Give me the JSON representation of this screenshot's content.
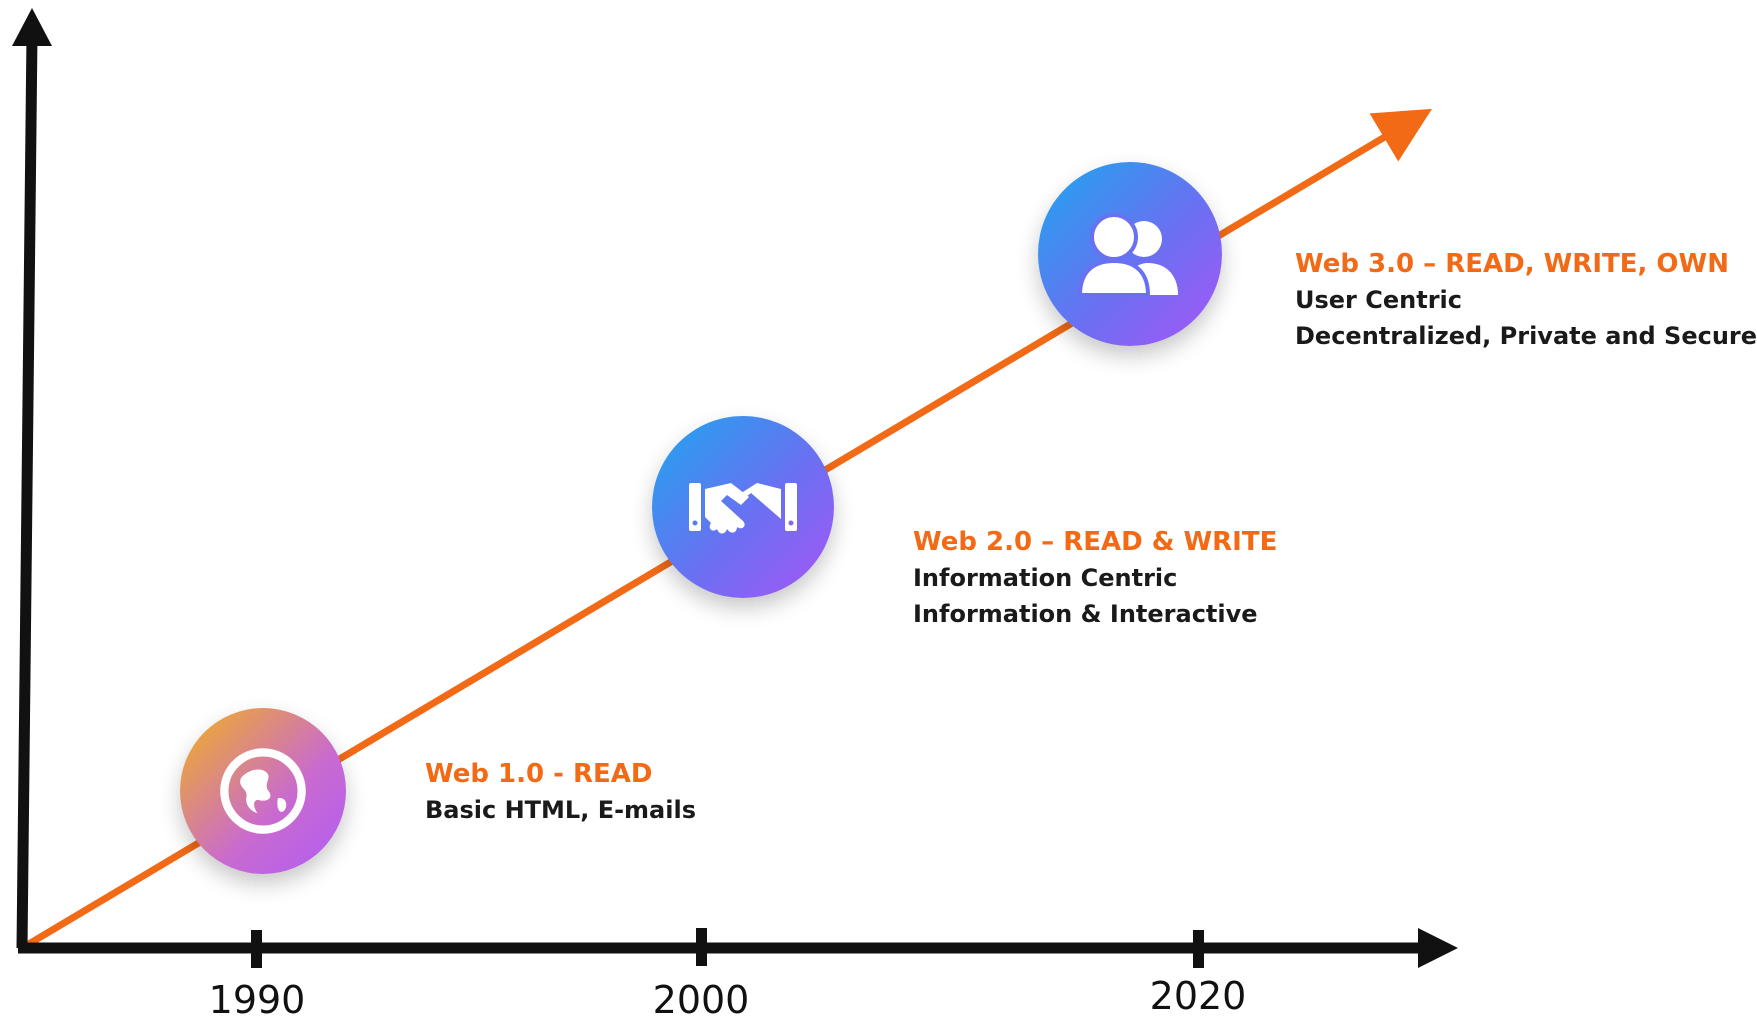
{
  "axis": {
    "x_ticks": [
      "1990",
      "2000",
      "2020"
    ]
  },
  "eras": [
    {
      "title": "Web 1.0 - READ",
      "lines": [
        "Basic HTML, E-mails"
      ],
      "icon": "globe-icon"
    },
    {
      "title": "Web 2.0 – READ & WRITE",
      "lines": [
        "Information Centric",
        "Information & Interactive"
      ],
      "icon": "handshake-icon"
    },
    {
      "title": "Web 3.0 – READ, WRITE, OWN",
      "lines": [
        "User Centric",
        "Decentralized, Private and Secure"
      ],
      "icon": "users-icon"
    }
  ],
  "colors": {
    "axis": "#111111",
    "trend": "#f26a16",
    "title": "#f26a16",
    "text": "#1a1a1a",
    "badge_warm_start": "#f2b21c",
    "badge_cool_start": "#1ea6ee",
    "badge_end": "#a855f7"
  }
}
